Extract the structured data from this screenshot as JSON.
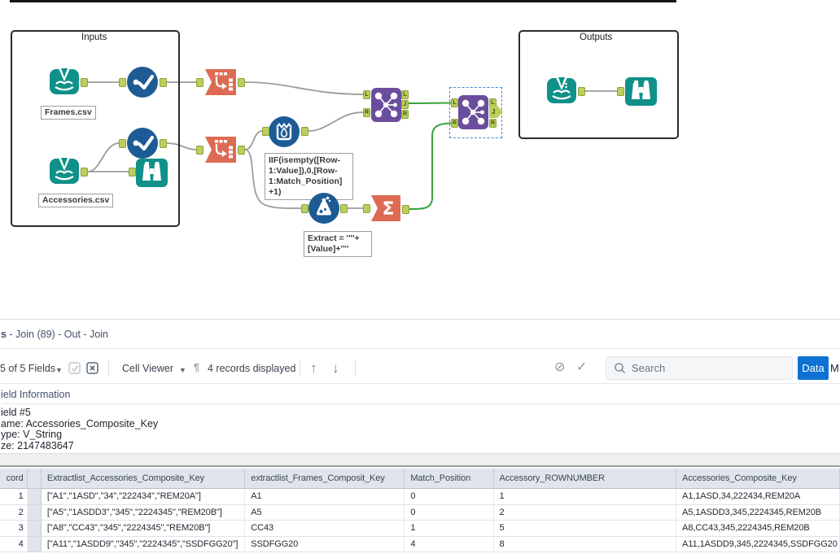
{
  "canvas": {
    "containers": {
      "inputs": "Inputs",
      "outputs": "Outputs"
    },
    "tool_labels": {
      "frames": "Frames.csv",
      "accessories": "Accessories.csv"
    },
    "annotations": {
      "multirow_lines": [
        "IIF(isempty([Row-",
        "1:Value]),0,[Row-",
        "1:Match_Position]",
        "+1)"
      ],
      "formula_lines": [
        "Extract = '\"'+",
        "[Value]+'\"'"
      ]
    },
    "anchor_letters": {
      "l": "L",
      "j": "J",
      "r": "R"
    },
    "colors": {
      "teal": "#0f9189",
      "blue": "#1d5b94",
      "orange": "#dd6b53",
      "purple": "#6b4d9d",
      "anchor_green": "#bccf5d",
      "wire_green": "#36a23e"
    }
  },
  "results": {
    "breadcrumb": {
      "bold": "s",
      "rest": " - Join (89) - Out - Join"
    },
    "toolbar": {
      "fields_label": "5 of 5 Fields",
      "cell_viewer_label": "Cell Viewer",
      "pilcrow": "¶",
      "records_label": "4 records displayed",
      "up_arrow": "↑",
      "down_arrow": "↓",
      "block_icon": "⊘",
      "check_icon": "✓",
      "search_placeholder": "Search",
      "data_tab": "Data",
      "metadata_tab": "M"
    },
    "field_info": {
      "title": "ield Information",
      "lines": [
        "ield #5",
        "ame: Accessories_Composite_Key",
        "ype: V_String",
        "ze: 2147483647"
      ]
    },
    "table": {
      "columns": [
        "cord",
        "Extractlist_Accessories_Composite_Key",
        "extractlist_Frames_Composit_Key",
        "Match_Position",
        "Accessory_ROWNUMBER",
        "Accessories_Composite_Key"
      ],
      "rows": [
        [
          "1",
          "[\"A1\",\"1ASD\",\"34\",\"222434\",\"REM20A\"]",
          "A1",
          "0",
          "1",
          "A1,1ASD,34,222434,REM20A"
        ],
        [
          "2",
          "[\"A5\",\"1ASDD3\",\"345\",\"2224345\",\"REM20B\"]",
          "A5",
          "0",
          "2",
          "A5,1ASDD3,345,2224345,REM20B"
        ],
        [
          "3",
          "[\"A8\",\"CC43\",\"345\",\"2224345\",\"REM20B\"]",
          "CC43",
          "1",
          "5",
          "A8,CC43,345,2224345,REM20B"
        ],
        [
          "4",
          "[\"A11\",\"1ASDD9\",\"345\",\"2224345\",\"SSDFGG20\"]",
          "SSDFGG20",
          "4",
          "8",
          "A11,1ASDD9,345,2224345,SSDFGG20"
        ]
      ]
    }
  }
}
